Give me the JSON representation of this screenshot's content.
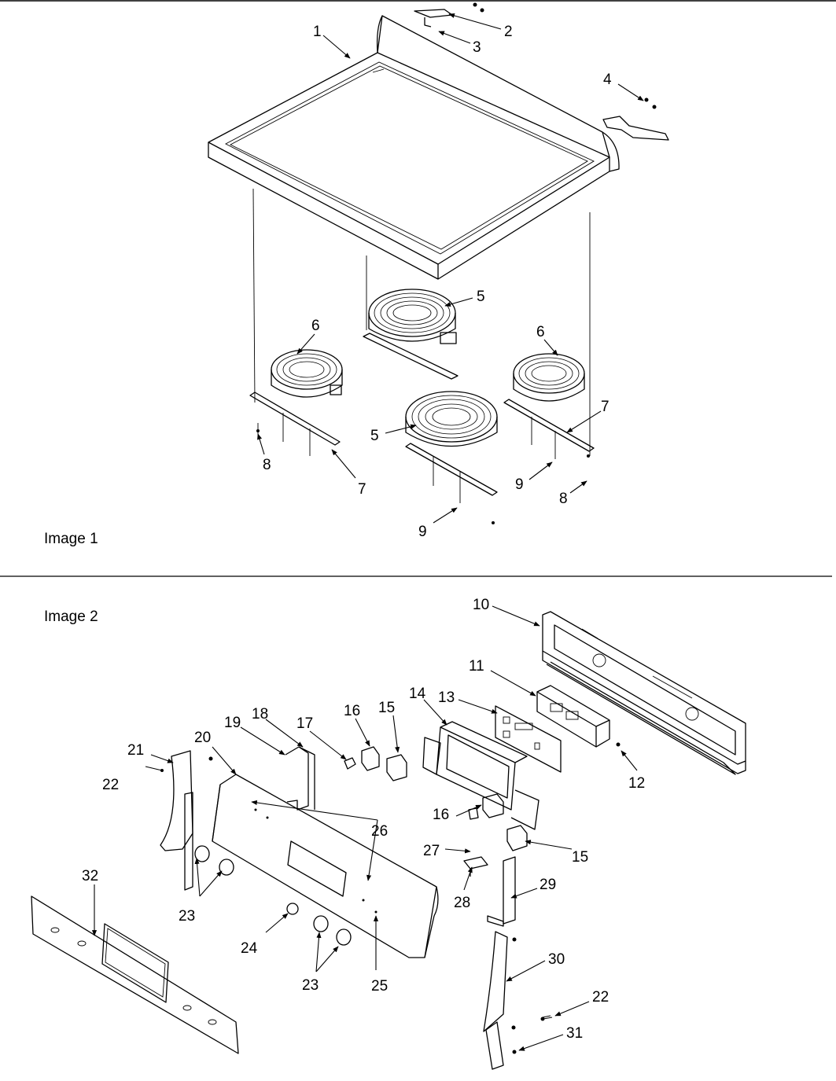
{
  "captions": {
    "image1": "Image 1",
    "image2": "Image 2"
  },
  "callouts": {
    "c1": "1",
    "c2": "2",
    "c3": "3",
    "c4": "4",
    "c5a": "5",
    "c5b": "5",
    "c6a": "6",
    "c6b": "6",
    "c7a": "7",
    "c7b": "7",
    "c8a": "8",
    "c8b": "8",
    "c9a": "9",
    "c9b": "9",
    "c10": "10",
    "c11": "11",
    "c12": "12",
    "c13": "13",
    "c14": "14",
    "c15a": "15",
    "c15b": "15",
    "c16a": "16",
    "c16b": "16",
    "c17": "17",
    "c18": "18",
    "c19": "19",
    "c20": "20",
    "c21": "21",
    "c22a": "22",
    "c22b": "22",
    "c23a": "23",
    "c23b": "23",
    "c24": "24",
    "c25": "25",
    "c26": "26",
    "c27": "27",
    "c28": "28",
    "c29": "29",
    "c30": "30",
    "c31": "31",
    "c32": "32"
  }
}
